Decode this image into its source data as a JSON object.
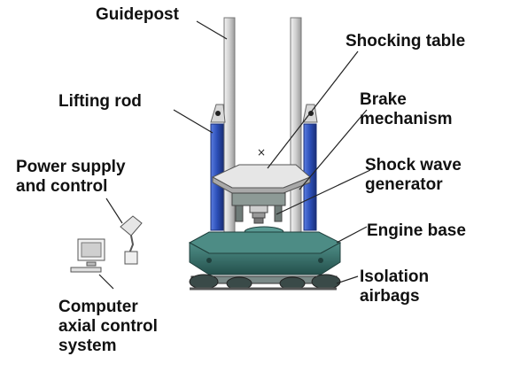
{
  "labels": {
    "guidepost": "Guidepost",
    "lifting_rod": "Lifting rod",
    "power_supply_1": "Power supply",
    "power_supply_2": "and control",
    "shocking_table": "Shocking table",
    "brake_1": "Brake",
    "brake_2": "mechanism",
    "shock_wave_1": "Shock wave",
    "shock_wave_2": "generator",
    "engine_base": "Engine base",
    "isolation_1": "Isolation",
    "isolation_2": "airbags",
    "computer_1": "Computer",
    "computer_2": "axial control",
    "computer_3": "system"
  },
  "colors": {
    "steel": "#d9d9d9",
    "lifting_rod_blue": "#2c4fb8",
    "base_teal": "#2f6f6a",
    "airbag_dark": "#3a4a48",
    "line": "#222222"
  }
}
